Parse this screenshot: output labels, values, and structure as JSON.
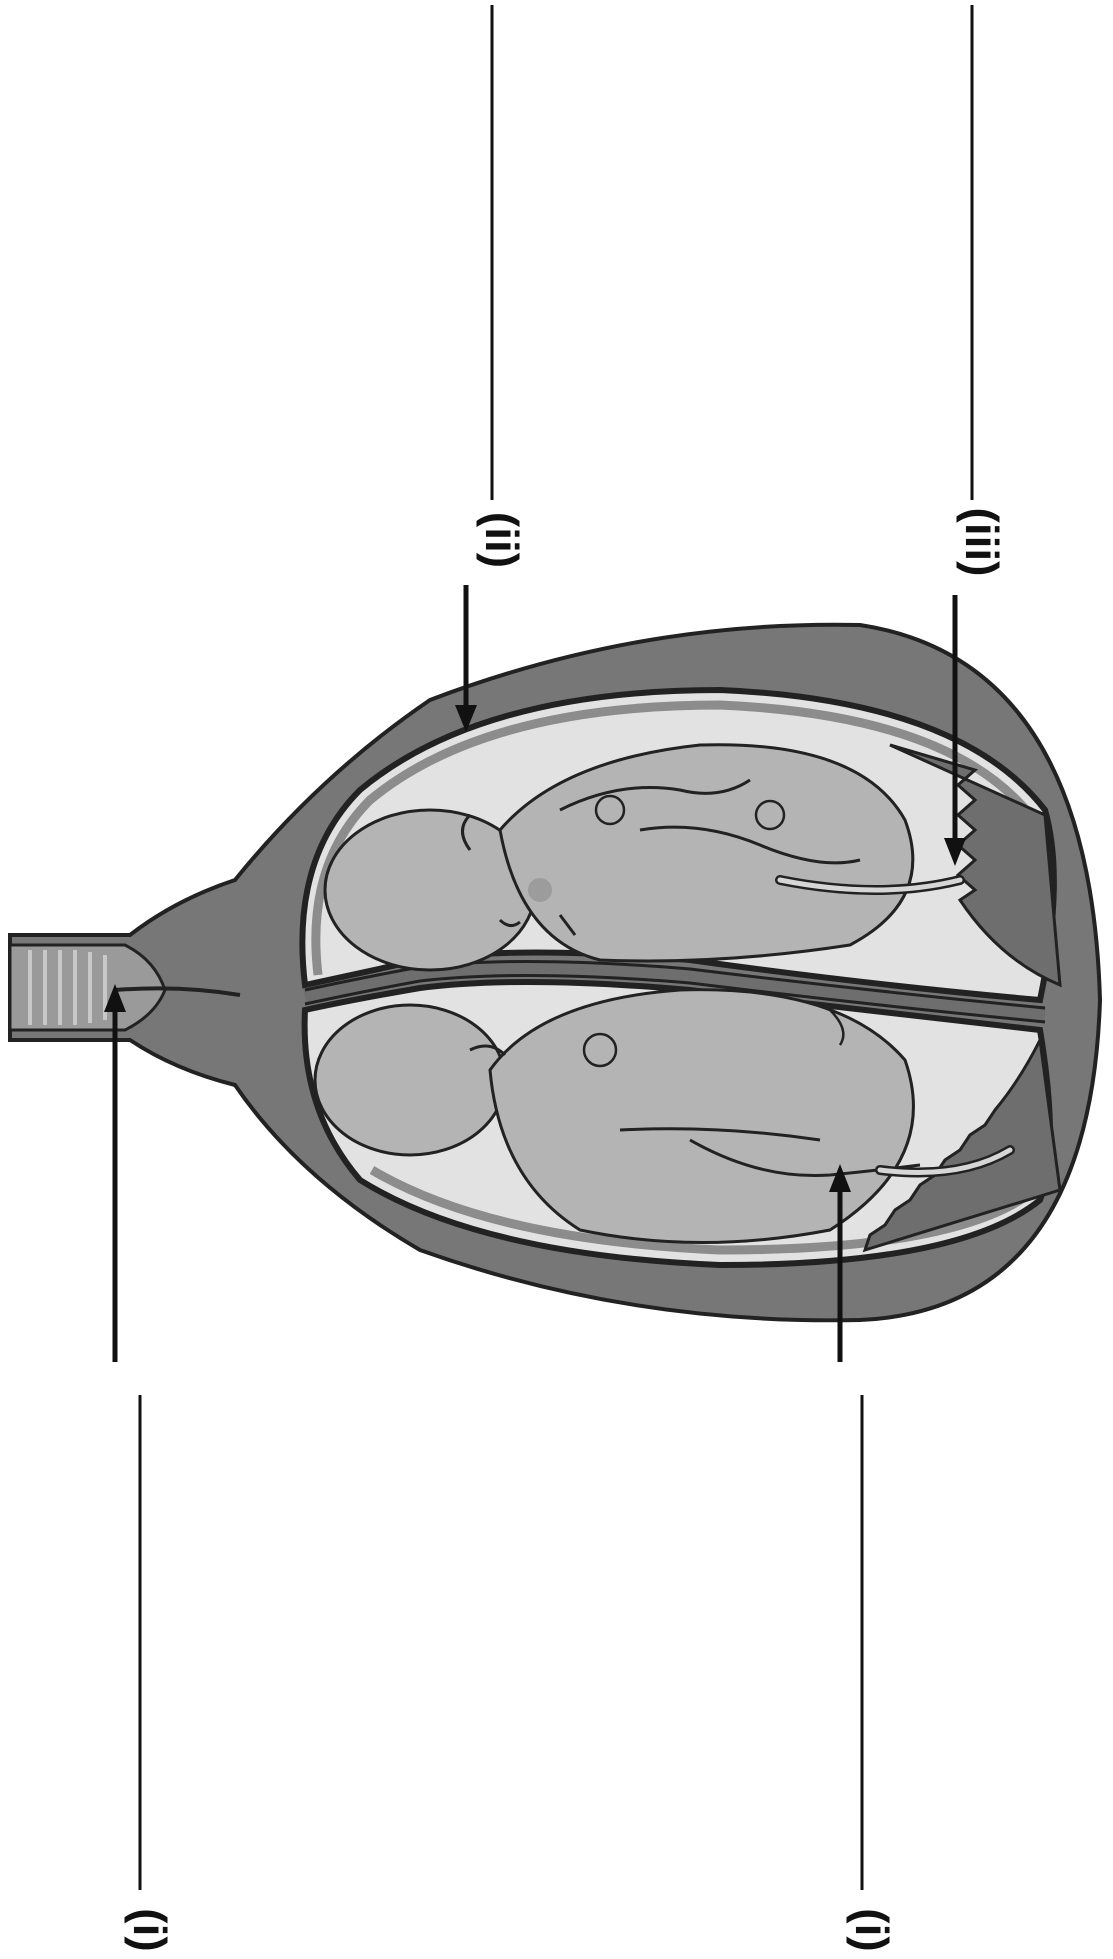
{
  "labels": {
    "label_i_left": "(i)",
    "label_i_right": "(i)",
    "label_ii": "(ii)",
    "label_iii": "(iii)"
  },
  "colors": {
    "uterus_wall": "#777777",
    "membrane": "#8c8c8c",
    "amniotic_fluid": "#e2e2e2",
    "fetus": "#b4b4b4",
    "placenta": "#6e6e6e",
    "outline": "#222222",
    "line": "#111111"
  }
}
